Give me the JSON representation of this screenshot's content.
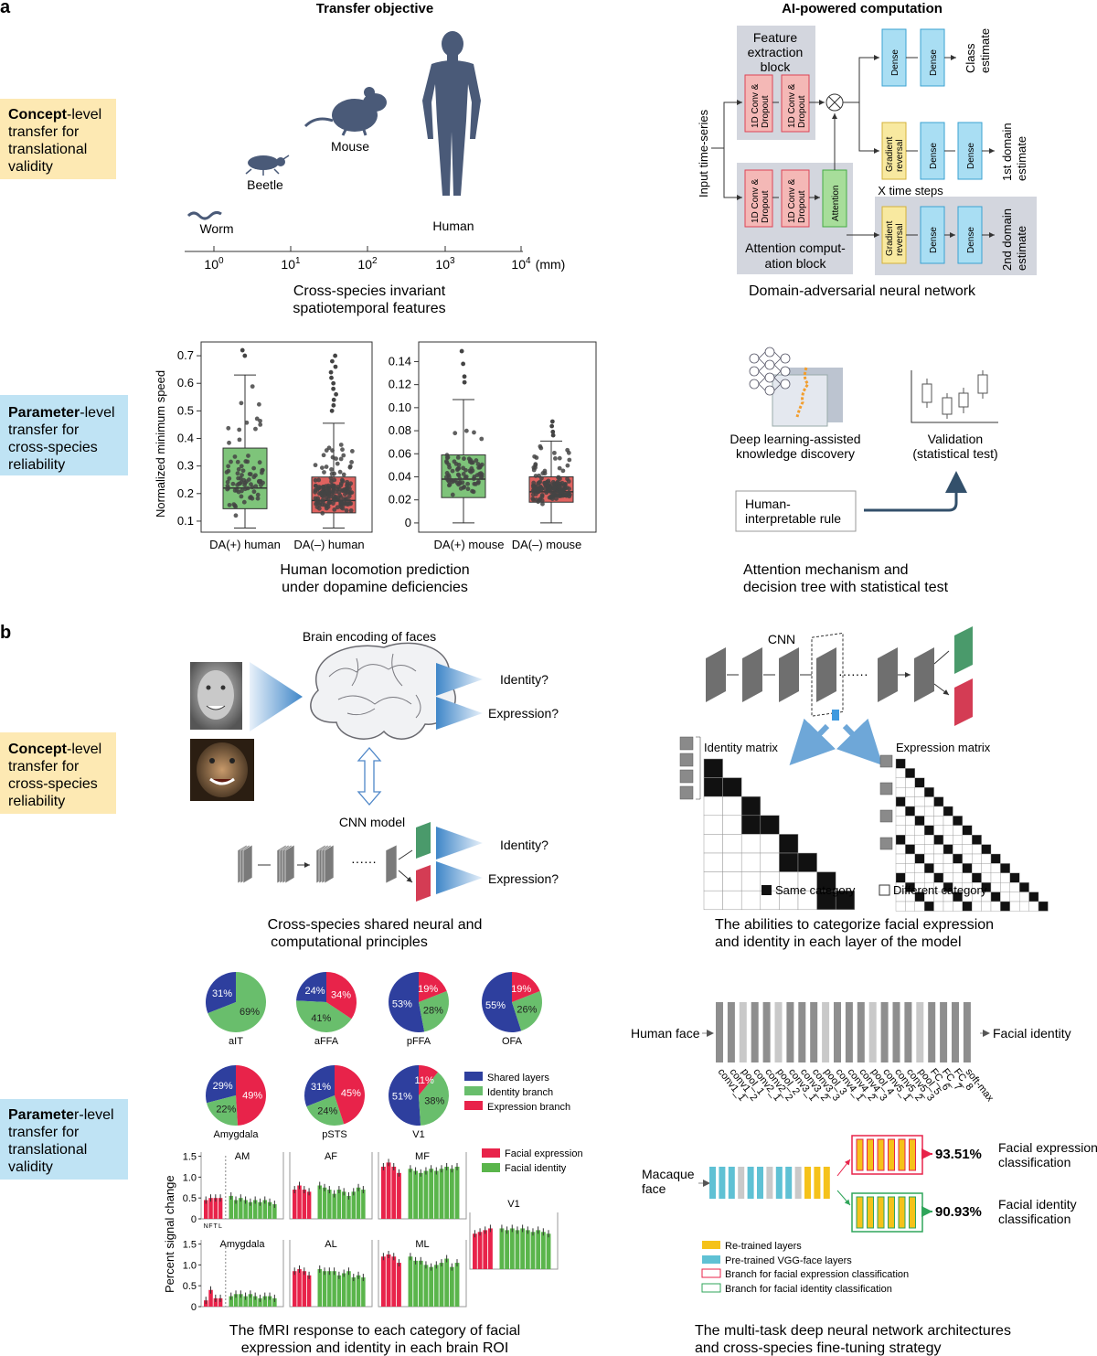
{
  "panel_a": {
    "letter": "a",
    "header_left": "Transfer objective",
    "header_right": "AI-powered computation",
    "concept_box": {
      "bold": "Concept",
      "line1": "-level",
      "line2": "transfer for",
      "line3": "translational",
      "line4": "validity"
    },
    "param_box": {
      "bold": "Parameter",
      "line1": "-level",
      "line2": "transfer for",
      "line3": "cross-species",
      "line4": "reliability"
    },
    "species": {
      "worm": "Worm",
      "beetle": "Beetle",
      "mouse": "Mouse",
      "human": "Human"
    },
    "scale": {
      "t0": "10",
      "t1": "10",
      "t2": "10",
      "t3": "10",
      "t4": "10",
      "e0": "0",
      "e1": "1",
      "e2": "2",
      "e3": "3",
      "e4": "4",
      "unit": "(mm)"
    },
    "scale_caption1": "Cross-species invariant",
    "scale_caption2": "spatiotemporal features",
    "net": {
      "input": "Input time-series",
      "feat1": "Feature",
      "feat2": "extraction",
      "feat3": "block",
      "conv1": "1D Conv &",
      "conv2": "Dropout",
      "attention": "Attention",
      "attn1": "Attention comput-",
      "attn2": "ation block",
      "dense": "Dense",
      "grad1": "Gradient",
      "grad2": "reversal",
      "class1": "Class",
      "class2": "estimate",
      "dom1a": "1st domain",
      "dom1b": "estimate",
      "dom2a": "2nd domain",
      "dom2b": "estimate",
      "xsteps": "X time steps",
      "caption": "Domain-adversarial neural network"
    },
    "box1": {
      "ylabel": "Normalized minimum speed",
      "cat1": "DA(+) human",
      "cat2": "DA(–) human",
      "yticks": [
        "0.1",
        "0.2",
        "0.3",
        "0.4",
        "0.5",
        "0.6",
        "0.7"
      ]
    },
    "box2": {
      "cat1": "DA(+) mouse",
      "cat2": "DA(–) mouse",
      "yticks": [
        "0",
        "0.02",
        "0.04",
        "0.06",
        "0.08",
        "0.10",
        "0.12",
        "0.14"
      ]
    },
    "box_caption1": "Human locomotion prediction",
    "box_caption2": "under dopamine deficiencies",
    "dl1": "Deep learning-assisted",
    "dl2": "knowledge discovery",
    "val1": "Validation",
    "val2": "(statistical test)",
    "rule1": "Human-",
    "rule2": "interpretable rule",
    "attn_caption1": "Attention mechanism and",
    "attn_caption2": "decision tree with statistical test"
  },
  "chart_data": [
    {
      "type": "box",
      "categories": [
        "DA(+) human",
        "DA(–) human"
      ],
      "ylabel": "Normalized minimum speed",
      "ylim": [
        0.07,
        0.74
      ],
      "series": [
        {
          "name": "DA(+) human",
          "q1": 0.145,
          "median": 0.22,
          "q3": 0.365,
          "whisker_low": 0.075,
          "whisker_high": 0.63,
          "outliers": [
            0.72,
            0.7
          ],
          "color": "#7ec47a"
        },
        {
          "name": "DA(–) human",
          "q1": 0.13,
          "median": 0.175,
          "q3": 0.26,
          "whisker_low": 0.075,
          "whisker_high": 0.455,
          "outliers": [
            0.7,
            0.68,
            0.66,
            0.64,
            0.62,
            0.6,
            0.58,
            0.56,
            0.54,
            0.52,
            0.5
          ],
          "color": "#e0625f"
        }
      ]
    },
    {
      "type": "box",
      "categories": [
        "DA(+) mouse",
        "DA(–) mouse"
      ],
      "ylim": [
        0,
        0.15
      ],
      "series": [
        {
          "name": "DA(+) mouse",
          "q1": 0.022,
          "median": 0.038,
          "q3": 0.059,
          "whisker_low": 0.0,
          "whisker_high": 0.107,
          "outliers": [
            0.149,
            0.138,
            0.127,
            0.122
          ],
          "color": "#7ec47a"
        },
        {
          "name": "DA(–) mouse",
          "q1": 0.018,
          "median": 0.027,
          "q3": 0.04,
          "whisker_low": 0.0,
          "whisker_high": 0.071,
          "outliers": [
            0.088,
            0.084,
            0.079,
            0.076
          ],
          "color": "#e0625f"
        }
      ]
    },
    {
      "type": "pie",
      "legend": [
        "Shared layers",
        "Identity branch",
        "Expression branch"
      ],
      "pies": [
        {
          "name": "aIT",
          "values": [
            31,
            69,
            0
          ]
        },
        {
          "name": "aFFA",
          "values": [
            24,
            41,
            34
          ]
        },
        {
          "name": "pFFA",
          "values": [
            53,
            28,
            19
          ]
        },
        {
          "name": "OFA",
          "values": [
            55,
            26,
            19
          ]
        },
        {
          "name": "Amygdala",
          "values": [
            29,
            22,
            49
          ]
        },
        {
          "name": "pSTS",
          "values": [
            31,
            24,
            45
          ]
        },
        {
          "name": "V1",
          "values": [
            51,
            38,
            11
          ]
        }
      ]
    },
    {
      "type": "bar",
      "ylabel": "Percent signal change",
      "yticks": [
        0,
        0.5,
        1.0,
        1.5
      ],
      "legend": [
        "Facial expression",
        "Facial identity"
      ],
      "panels": [
        {
          "name": "AM",
          "expression": [
            0.45,
            0.5,
            0.5,
            0.5
          ],
          "identity": [
            0.55,
            0.45,
            0.5,
            0.45,
            0.4,
            0.45,
            0.4,
            0.45,
            0.4,
            0.35
          ]
        },
        {
          "name": "AF",
          "expression": [
            0.7,
            0.8,
            0.7,
            0.65
          ],
          "identity": [
            0.8,
            0.75,
            0.7,
            0.6,
            0.7,
            0.65,
            0.55,
            0.65,
            0.75,
            0.7
          ]
        },
        {
          "name": "MF",
          "expression": [
            1.25,
            1.35,
            1.25,
            1.1
          ],
          "identity": [
            1.2,
            1.15,
            1.1,
            1.15,
            1.2,
            1.15,
            1.2,
            1.25,
            1.2,
            1.25
          ]
        },
        {
          "name": "Amygdala",
          "expression": [
            0.15,
            0.4,
            0.2,
            0.2
          ],
          "identity": [
            0.25,
            0.3,
            0.3,
            0.25,
            0.3,
            0.25,
            0.2,
            0.25,
            0.25,
            0.2
          ]
        },
        {
          "name": "AL",
          "expression": [
            0.85,
            0.9,
            0.85,
            0.75
          ],
          "identity": [
            0.9,
            0.85,
            0.85,
            0.85,
            0.75,
            0.8,
            0.85,
            0.7,
            0.75,
            0.7
          ]
        },
        {
          "name": "ML",
          "expression": [
            1.2,
            1.25,
            1.2,
            1.05
          ],
          "identity": [
            1.2,
            1.1,
            1.1,
            1.0,
            0.95,
            1.0,
            1.05,
            1.15,
            0.95,
            1.05
          ]
        },
        {
          "name": "V1",
          "expression": [
            1.0,
            1.05,
            1.1,
            1.15
          ],
          "identity": [
            1.15,
            1.1,
            1.15,
            1.1,
            1.15,
            1.1,
            1.05,
            1.1,
            1.05,
            1.0
          ]
        }
      ]
    }
  ],
  "panel_b": {
    "letter": "b",
    "concept_box": {
      "bold": "Concept",
      "line1": "-level",
      "line2": "transfer for",
      "line3": "cross-species",
      "line4": "reliability"
    },
    "param_box": {
      "bold": "Paramete",
      "line1": "r-level",
      "line2": "transfer for",
      "line3": "translational",
      "line4": "validity"
    },
    "brain_title": "Brain encoding of faces",
    "identity_q": "Identity?",
    "expression_q": "Expression?",
    "cnn_model": "CNN model",
    "shared_caption1": "Cross-species shared neural and",
    "shared_caption2": "computational principles",
    "cnn": "CNN",
    "identity_matrix": "Identity matrix",
    "expression_matrix": "Expression matrix",
    "same_cat": "Same category",
    "diff_cat": "Different category",
    "matrix_caption1": "The abilities to categorize facial expression",
    "matrix_caption2": "and identity in each layer of the model",
    "pies": [
      {
        "name": "aIT",
        "l1": "31%",
        "l2": "69%",
        "l3": ""
      },
      {
        "name": "aFFA",
        "l1": "24%",
        "l2": "41%",
        "l3": "34%"
      },
      {
        "name": "pFFA",
        "l1": "53%",
        "l2": "28%",
        "l3": "19%"
      },
      {
        "name": "OFA",
        "l1": "55%",
        "l2": "26%",
        "l3": "19%"
      },
      {
        "name": "Amygdala",
        "l1": "29%",
        "l2": "22%",
        "l3": "49%"
      },
      {
        "name": "pSTS",
        "l1": "31%",
        "l2": "24%",
        "l3": "45%"
      },
      {
        "name": "V1",
        "l1": "51%",
        "l2": "38%",
        "l3": "11%"
      }
    ],
    "pie_legend": [
      "Shared layers",
      "Identity branch",
      "Expression branch"
    ],
    "colors": {
      "shared": "#2e3f9e",
      "identity": "#69be6c",
      "expression": "#e8234a"
    },
    "bar_legend": [
      "Facial expression",
      "Facial identity"
    ],
    "bar_ylabel": "Percent signal change",
    "bar_cats": [
      "N",
      "F",
      "T",
      "L"
    ],
    "bar_yticks": [
      "0",
      "0.5",
      "1.0",
      "1.5"
    ],
    "fmri_caption1": "The fMRI response to each category of facial",
    "fmri_caption2": "expression and identity in each brain ROI",
    "human_face": "Human face",
    "facial_identity": "Facial identity",
    "vgg_layers": [
      "conv1_1",
      "conv1_2",
      "pool_1",
      "conv2_1",
      "conv2_2",
      "pool_2",
      "conv3_1",
      "conv3_2",
      "conv3_3",
      "pool_3",
      "conv4_1",
      "conv4_2",
      "conv4_3",
      "pool_4",
      "conv5_1",
      "conv5_2",
      "conv5_3",
      "pool_5",
      "FC_6",
      "FC_7",
      "FC_8",
      "soft-max"
    ],
    "macaque1": "Macaque",
    "macaque2": "face",
    "acc_expr": "93.51%",
    "acc_id": "90.93%",
    "expr_cls1": "Facial expression",
    "expr_cls2": "classification",
    "id_cls1": "Facial identity",
    "id_cls2": "classification",
    "mt_legend": [
      "Re-trained layers",
      "Pre-trained VGG-face layers",
      "Branch for facial expression classification",
      "Branch for facial identity classification"
    ],
    "mt_caption1": "The multi-task deep neural network architectures",
    "mt_caption2": "and cross-species fine-tuning strategy"
  }
}
